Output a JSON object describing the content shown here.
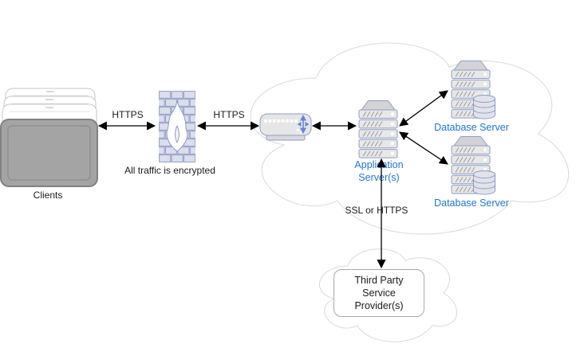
{
  "nodes": {
    "clients": {
      "label": "Clients"
    },
    "firewall": {
      "caption": "All traffic is encrypted"
    },
    "app_server": {
      "label": "Application Server(s)"
    },
    "db_server_top": {
      "label": "Database Server"
    },
    "db_server_bottom": {
      "label": "Database Server"
    },
    "third_party": {
      "label": "Third Party Service Provider(s)"
    }
  },
  "edges": {
    "clients_to_firewall": {
      "label": "HTTPS",
      "direction": "both"
    },
    "firewall_to_router": {
      "label": "HTTPS",
      "direction": "both"
    },
    "router_to_app": {
      "direction": "both"
    },
    "app_to_db_top": {
      "direction": "both"
    },
    "app_to_db_bottom": {
      "direction": "both"
    },
    "app_to_third_party": {
      "label": "SSL or HTTPS",
      "direction": "both"
    }
  },
  "icons": {
    "clients": "laptop-stack-icon",
    "firewall": "brick-wall-flame-icon",
    "router": "network-appliance-icon",
    "app_server": "server-tower-icon",
    "db_server": "server-tower-with-database-icon",
    "internal_network": "cloud-outline",
    "third_party_network": "cloud-outline"
  },
  "colors": {
    "label_blue": "#1c76d2",
    "shape_stroke": "#8e9cc6",
    "shape_fill": "#e8e8e6",
    "cap_fill": "#d3d3d7",
    "brick_fill": "#dbdeeb",
    "cloud_stroke": "#d9d9d9",
    "arrow_black": "#000000",
    "client_fill": "#a4a4a4"
  }
}
